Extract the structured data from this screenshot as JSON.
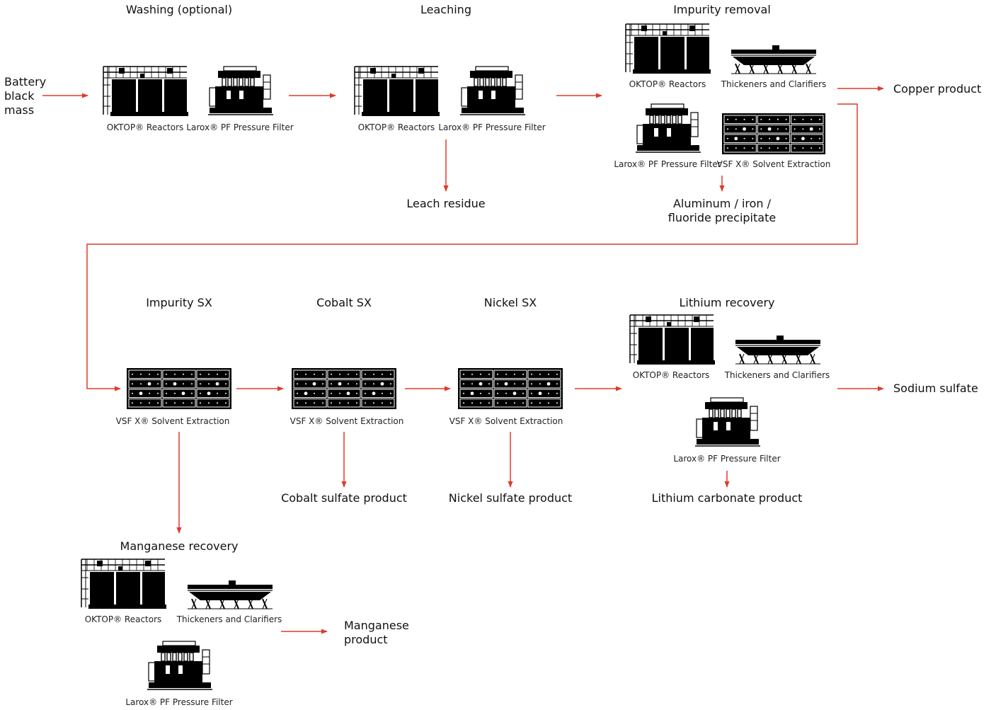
{
  "colors": {
    "arrow": "#e03a2a",
    "equipment": "#000000",
    "background": "#ffffff",
    "text": "#111111"
  },
  "equipment_labels": {
    "reactors": "OKTOP® Reactors",
    "filter": "Larox® PF Pressure Filter",
    "thickeners": "Thickeners and Clarifiers",
    "sx": "VSF X® Solvent Extraction"
  },
  "stages": {
    "washing": "Washing (optional)",
    "leaching": "Leaching",
    "impurity_removal": "Impurity removal",
    "impurity_sx": "Impurity SX",
    "cobalt_sx": "Cobalt SX",
    "nickel_sx": "Nickel SX",
    "lithium_recovery": "Lithium recovery",
    "manganese_recovery": "Manganese recovery"
  },
  "streams": {
    "feed": [
      "Battery",
      "black",
      "mass"
    ],
    "leach_residue": "Leach residue",
    "copper_product": "Copper product",
    "al_fe_precipitate": [
      "Aluminum / iron /",
      "fluoride precipitate"
    ],
    "sodium_sulfate": "Sodium sulfate",
    "cobalt_product": "Cobalt sulfate product",
    "nickel_product": "Nickel sulfate product",
    "lithium_product": "Lithium carbonate product",
    "manganese_product": [
      "Manganese",
      "product"
    ]
  }
}
